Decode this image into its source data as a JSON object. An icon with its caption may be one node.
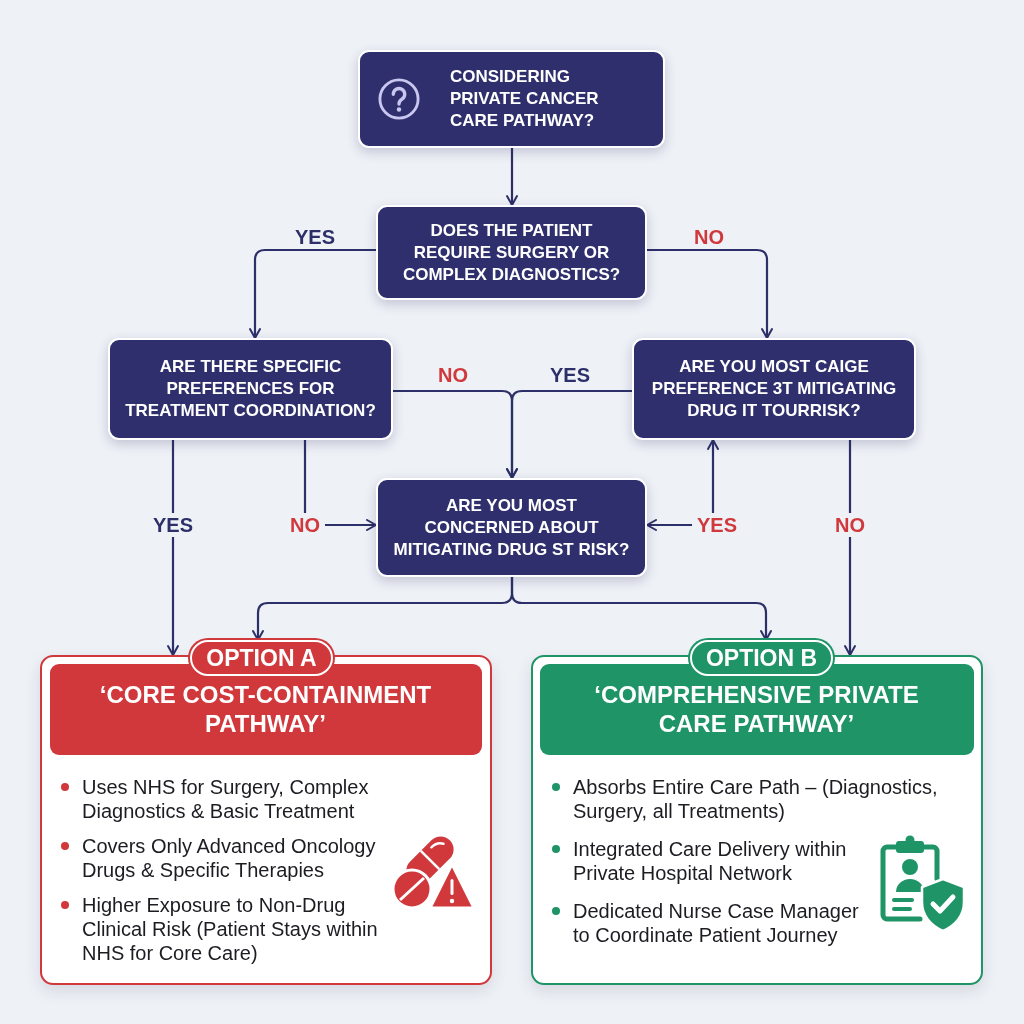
{
  "diagram": {
    "nodes": [
      {
        "text": [
          "CONSIDERING PRIVATE CANCER CARE PATHWAY?"
        ]
      },
      {
        "text": [
          "DOES THE PATIENT REQUIRE SURGERY OR COMPLEX DIAGNOSTICS?"
        ]
      },
      {
        "text": [
          "ARE THERE SPECIFIC PREFERENCES FOR TREATMENT COORDINATION?"
        ]
      },
      {
        "text": [
          "ARE YOU MOST CAIGE PREFERENCE 3T MITIGATING DRUG IT TOURRISK?"
        ]
      },
      {
        "text": [
          "ARE YOU MOST CONCERNED ABOUT MITIGATING DRUG ST RISK?"
        ]
      },
      {
        "text": [
          "OPTION A"
        ]
      },
      {
        "text": [
          "Uses NHS for Surgery, Complex Diagnostics & Basic Treatment",
          "Covers Only Advanced Oncology Drugs & Specific Therapies",
          "Higher Exposure to Non-Drug Clinical Risk (Patient Stays within NHS for Core Care)"
        ]
      },
      {
        "text": [
          "‘CORE COST-CONTAINMENT PATHWAY’"
        ],
        "in": 6
      },
      {
        "text": [
          "OPTION B"
        ]
      },
      {
        "text": [
          "Absorbs Entire Care Path – (Diagnostics, Surgery, all Treatments)",
          "Integrated Care Delivery within Private Hospital Network",
          "Dedicated Nurse Case Manager to Coordinate Patient Journey"
        ]
      },
      {
        "text": [
          "‘COMPREHENSIVE PRIVATE CARE PATHWAY’"
        ],
        "in": 9
      }
    ],
    "edges": [
      {
        "from": 0,
        "to": 1,
        "arrow": "to"
      },
      {
        "from": 1,
        "to": 2,
        "arrow": "to",
        "label": "YES"
      },
      {
        "from": 1,
        "to": 3,
        "arrow": "to",
        "label": "NO"
      },
      {
        "from": 2,
        "to": 4,
        "arrow": "to",
        "label": "NO"
      },
      {
        "from": 3,
        "to": 4,
        "arrow": "to",
        "label": "YES"
      },
      {
        "from": 2,
        "to": 6,
        "arrow": "to",
        "label": "YES"
      },
      {
        "from": 2,
        "to": 4,
        "arrow": "to",
        "label": "NO"
      },
      {
        "from": 3,
        "to": 4,
        "arrow": "both",
        "label": "YES"
      },
      {
        "from": 3,
        "to": 9,
        "arrow": "to",
        "label": "NO"
      },
      {
        "from": 4,
        "to": 5,
        "arrow": "to"
      },
      {
        "from": 4,
        "to": 8,
        "arrow": "to"
      }
    ]
  }
}
